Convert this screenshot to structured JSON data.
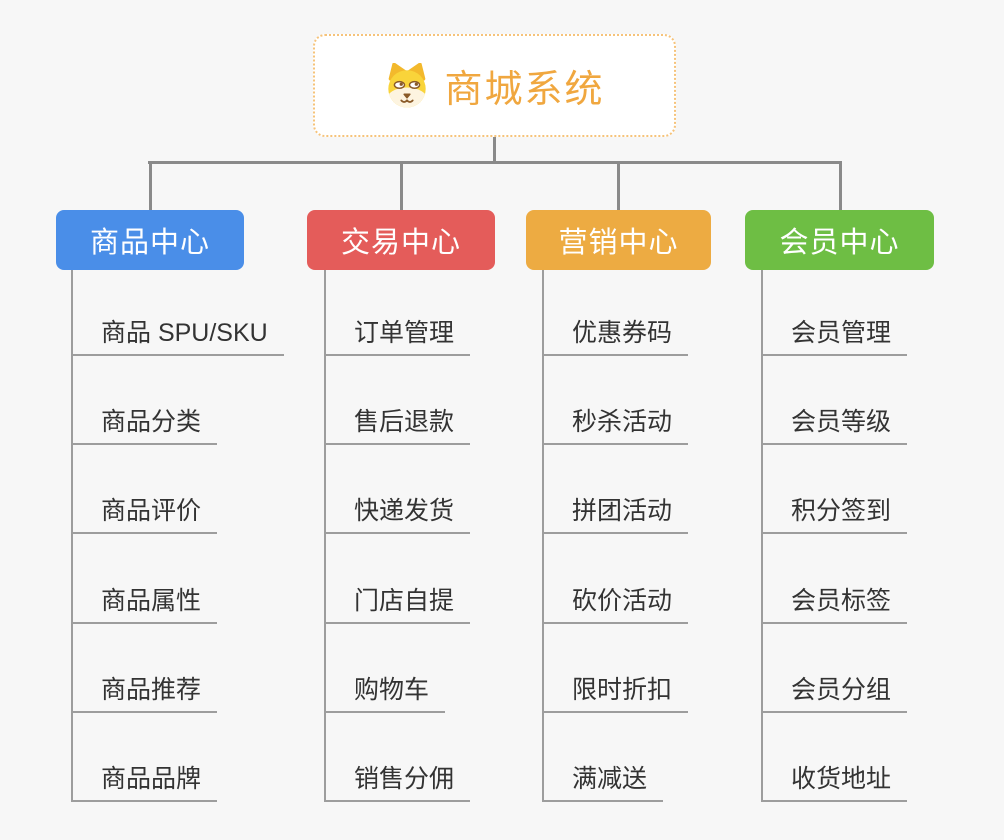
{
  "root": {
    "title": "商城系统",
    "icon": "dog-face"
  },
  "branches": [
    {
      "label": "商品中心",
      "color": "#4a8ee8",
      "items": [
        "商品 SPU/SKU",
        "商品分类",
        "商品评价",
        "商品属性",
        "商品推荐",
        "商品品牌"
      ]
    },
    {
      "label": "交易中心",
      "color": "#e45c5a",
      "items": [
        "订单管理",
        "售后退款",
        "快递发货",
        "门店自提",
        "购物车",
        "销售分佣"
      ]
    },
    {
      "label": "营销中心",
      "color": "#edab42",
      "items": [
        "优惠券码",
        "秒杀活动",
        "拼团活动",
        "砍价活动",
        "限时折扣",
        "满减送"
      ]
    },
    {
      "label": "会员中心",
      "color": "#6ebe44",
      "items": [
        "会员管理",
        "会员等级",
        "积分签到",
        "会员标签",
        "会员分组",
        "收货地址"
      ]
    }
  ],
  "style": {
    "title_color": "#f0a73f",
    "root_border_color": "#f6c37a",
    "connector_color": "#8a8a8a",
    "leaf_line_color": "#9d9d9d",
    "leaf_text_color": "#333333",
    "background": "#f7f7f7"
  }
}
